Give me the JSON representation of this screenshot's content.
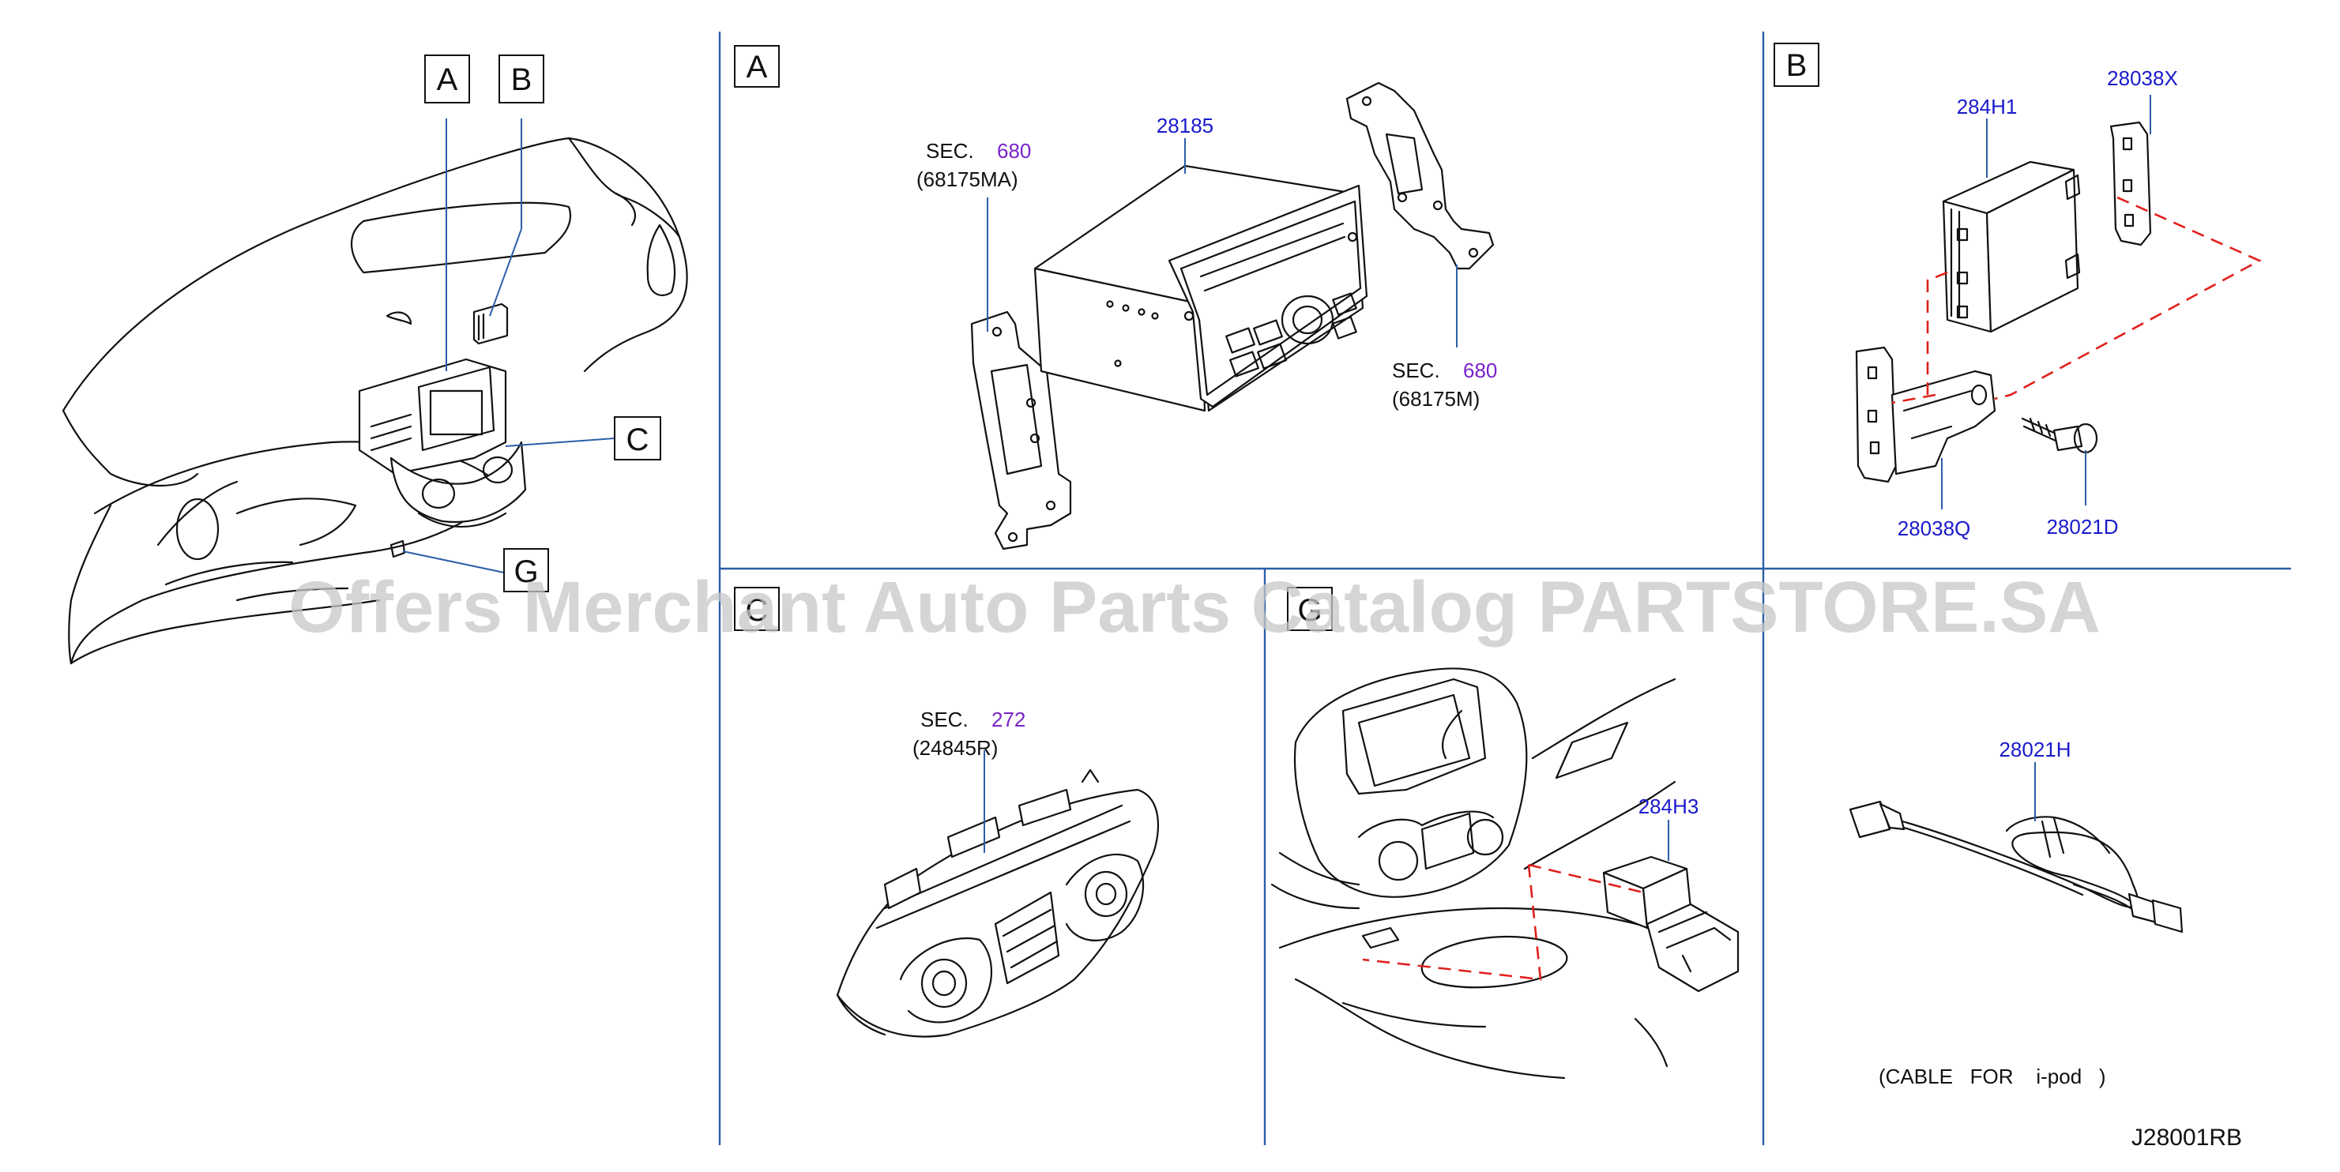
{
  "callouts": {
    "overview": {
      "a": "A",
      "b": "B",
      "c": "C",
      "g": "G"
    },
    "panel_a": "A",
    "panel_b": "B",
    "panel_c": "C",
    "panel_g": "G"
  },
  "panel_a": {
    "radio_part": "28185",
    "left_bracket": {
      "sec": "SEC.",
      "sec_num": "680",
      "ref": "(68175MA)"
    },
    "right_bracket": {
      "sec": "SEC.",
      "sec_num": "680",
      "ref": "(68175M)"
    }
  },
  "panel_b": {
    "module_part": "284H1",
    "bracket_right_part": "28038X",
    "bracket_left_part": "28038Q",
    "screw_part": "28021D"
  },
  "panel_c": {
    "sec": "SEC.",
    "sec_num": "272",
    "ref": "(24845R)"
  },
  "panel_g": {
    "connector_part": "284H3"
  },
  "panel_cable": {
    "part": "28021H",
    "note": "(CABLE   FOR    i-pod   )"
  },
  "diagram_code": "J28001RB",
  "watermark": "Offers Merchant Auto Parts Catalog PARTSTORE.SA",
  "colors": {
    "part_number": "#1a1acc",
    "section_number": "#7a22c8",
    "leader": "#2b5fa8",
    "assembly_dash": "#e0201c"
  }
}
